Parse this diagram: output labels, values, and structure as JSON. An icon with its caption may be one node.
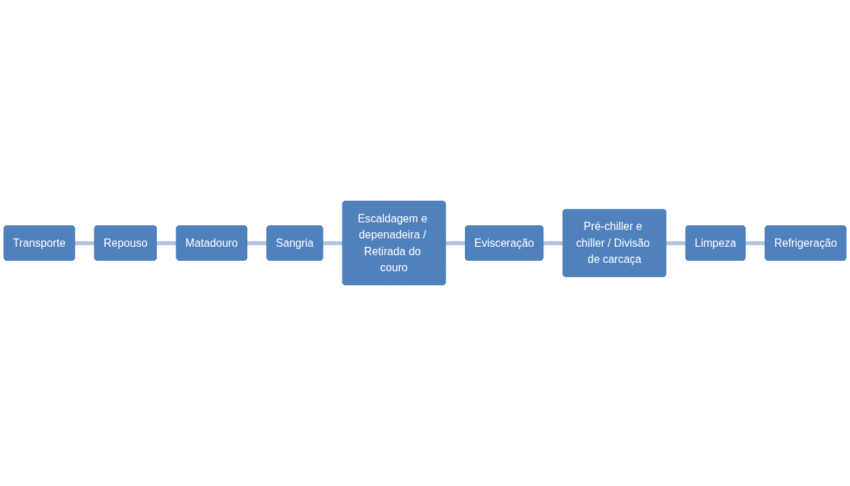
{
  "diagram": {
    "nodes": [
      {
        "text": [
          "Transporte"
        ]
      },
      {
        "text": [
          "Repouso"
        ]
      },
      {
        "text": [
          "Matadouro"
        ]
      },
      {
        "text": [
          "Evisceração"
        ]
      },
      {
        "text": [
          "Escaldagem e depenadeira / Retirada do couro"
        ]
      },
      {
        "text": [
          "Sangria"
        ]
      },
      {
        "text": [
          "Pré-chiller e chiller / Divisão de carcaça"
        ]
      },
      {
        "text": [
          "Limpeza"
        ]
      },
      {
        "text": [
          "Refrigeração"
        ]
      }
    ],
    "edges": [
      {
        "from": 0,
        "to": 1,
        "arrow": "none"
      },
      {
        "from": 1,
        "to": 2,
        "arrow": "none"
      },
      {
        "from": 2,
        "to": 5,
        "arrow": "none"
      },
      {
        "from": 5,
        "to": 4,
        "arrow": "none"
      },
      {
        "from": 4,
        "to": 3,
        "arrow": "none"
      },
      {
        "from": 3,
        "to": 6,
        "arrow": "none"
      },
      {
        "from": 6,
        "to": 7,
        "arrow": "none"
      },
      {
        "from": 7,
        "to": 8,
        "arrow": "none"
      }
    ]
  }
}
